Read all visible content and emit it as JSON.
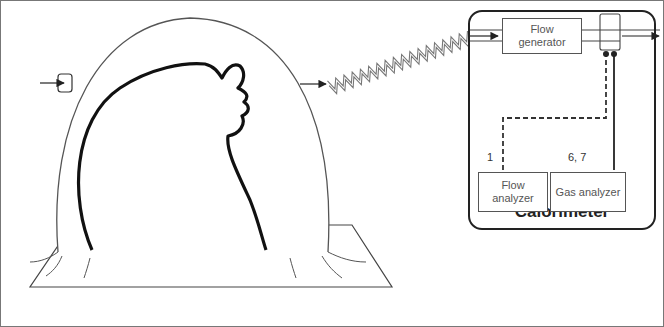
{
  "diagram": {
    "nodes": [
      {
        "text": [
          "Calorimeter"
        ]
      },
      {
        "text": [
          "Flow generator"
        ],
        "in": 0
      },
      {
        "text": [
          "Flow analyzer"
        ],
        "in": 0
      },
      {
        "text": [
          "Gas analyzer"
        ],
        "in": 0
      }
    ],
    "labels": [
      "1",
      "6, 7"
    ]
  }
}
